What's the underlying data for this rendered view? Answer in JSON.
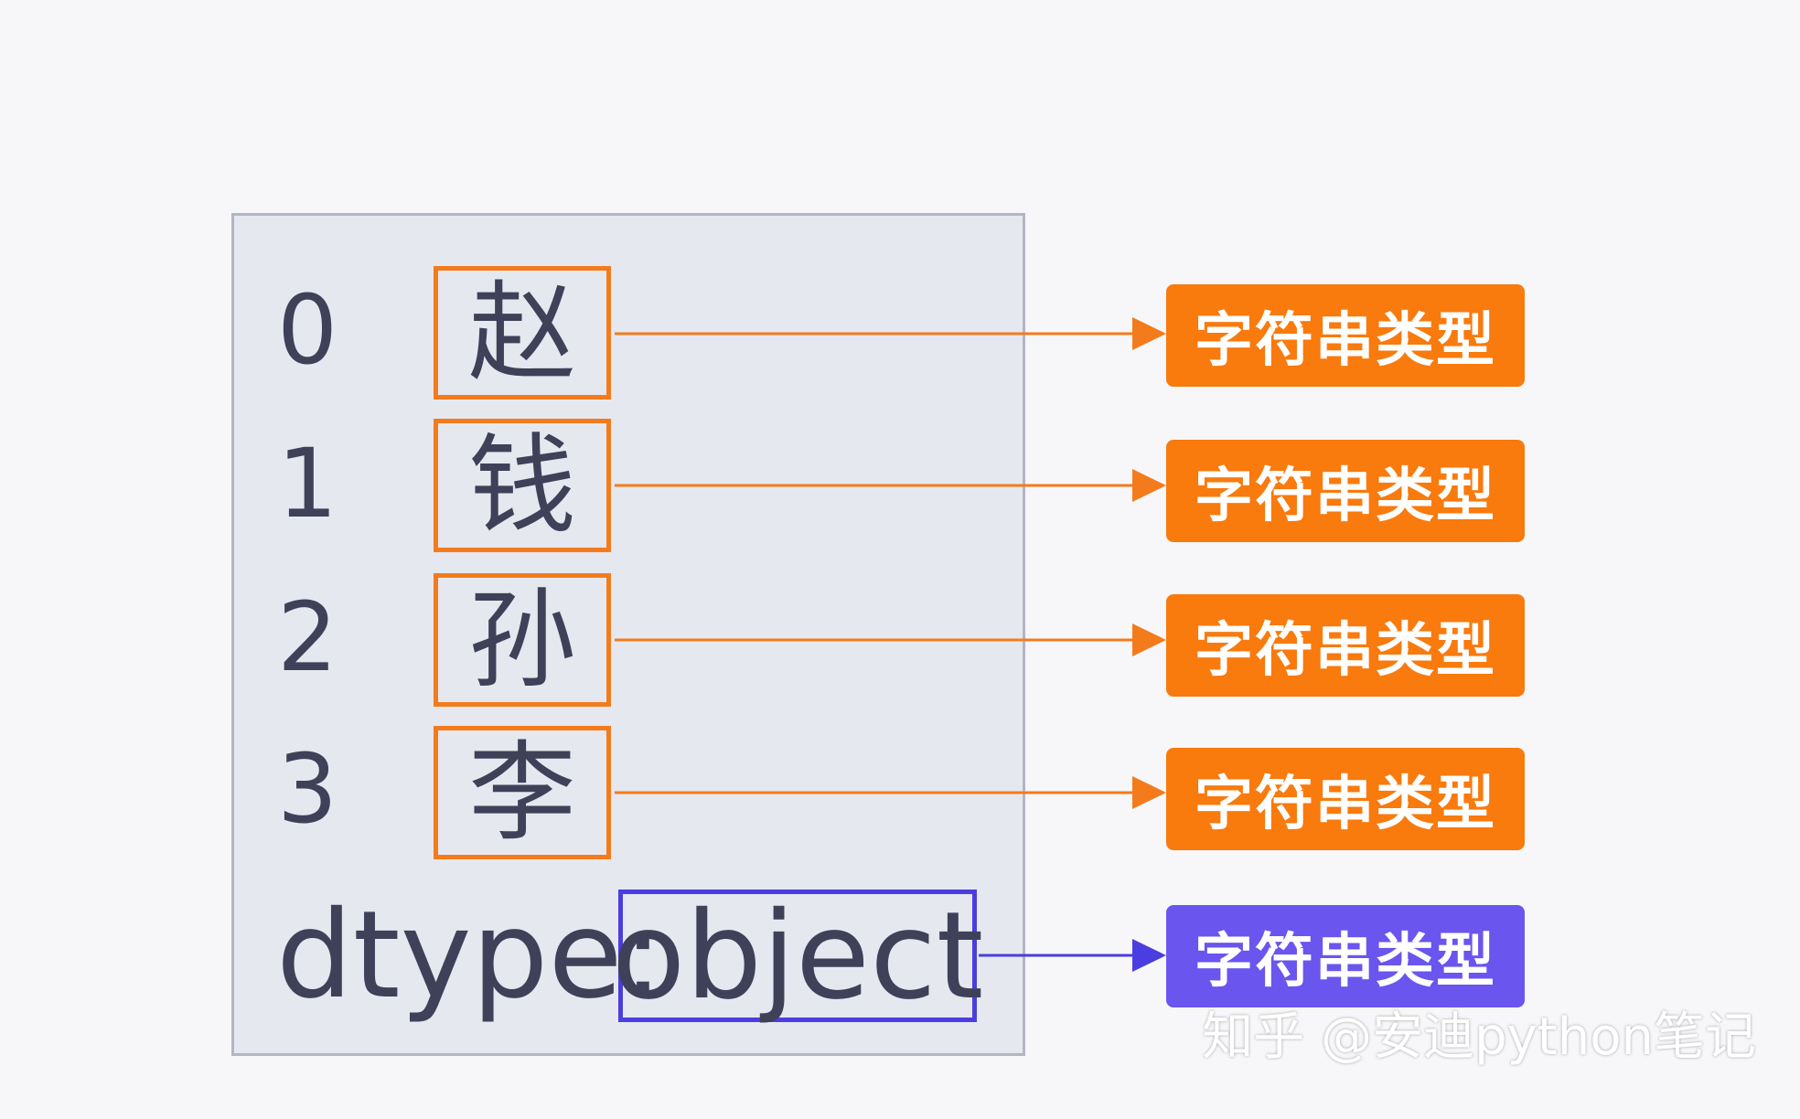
{
  "series": {
    "rows": [
      {
        "index": "0",
        "value": "赵"
      },
      {
        "index": "1",
        "value": "钱"
      },
      {
        "index": "2",
        "value": "孙"
      },
      {
        "index": "3",
        "value": "李"
      }
    ],
    "dtype_label": "dtype:",
    "dtype_value": "object"
  },
  "annotations": {
    "row_tags": [
      "字符串类型",
      "字符串类型",
      "字符串类型",
      "字符串类型"
    ],
    "dtype_tag": "字符串类型"
  },
  "watermark": "知乎 @安迪python笔记",
  "colors": {
    "value_box_border": "#f47b1c",
    "row_tag_fill": "#f97a0d",
    "dtype_box_border": "#4a3ee0",
    "dtype_tag_fill": "#6a55ee",
    "panel_fill": "#e6e8f0",
    "text": "#3f4159"
  }
}
